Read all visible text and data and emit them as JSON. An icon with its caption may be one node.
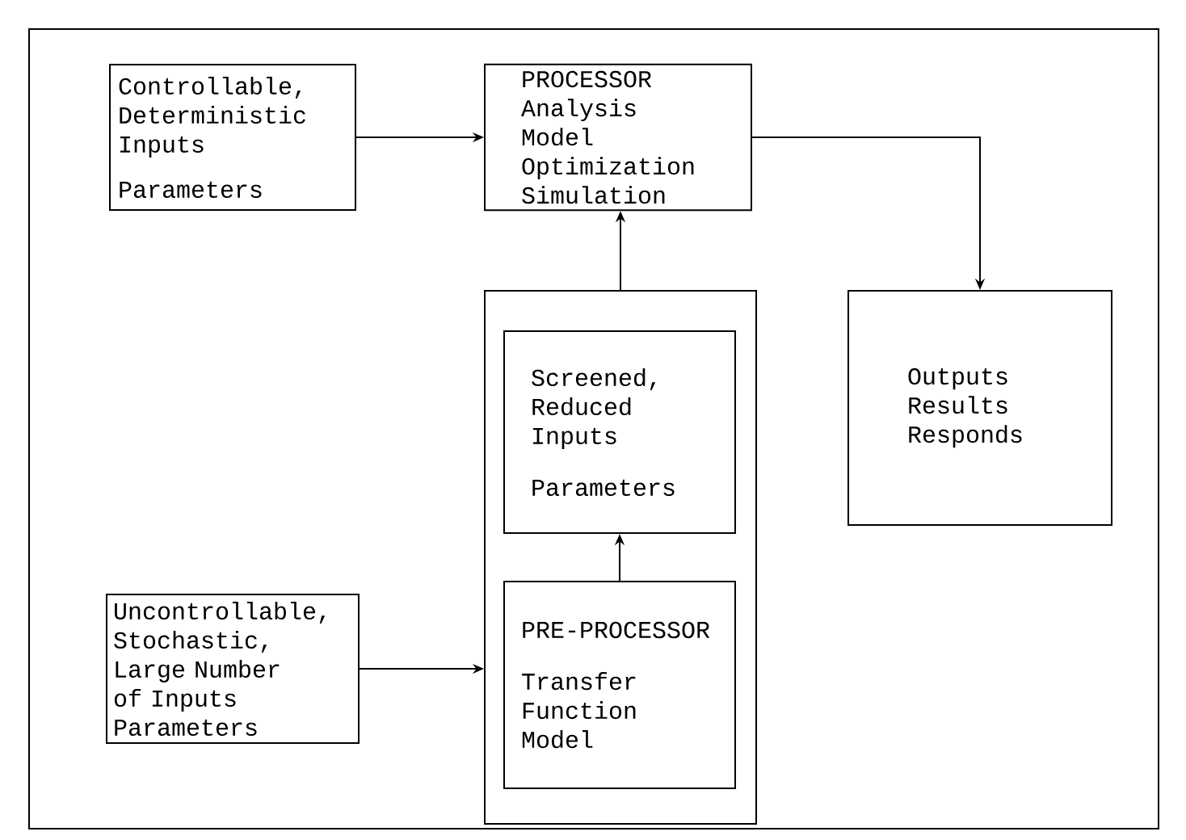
{
  "diagram": {
    "nodes": [
      {
        "text": [
          "Controllable, Deterministic Inputs",
          "Parameters"
        ]
      },
      {
        "text": [
          "PROCESSOR",
          "Analysis Model Optimization Simulation"
        ]
      },
      {
        "text": [],
        "shape": "box"
      },
      {
        "text": [
          "Screened, Reduced Inputs",
          "Parameters"
        ],
        "in": 2
      },
      {
        "text": [
          "PRE-PROCESSOR",
          "Transfer Function Model"
        ],
        "in": 2
      },
      {
        "text": [
          "Outputs Results Responds"
        ]
      },
      {
        "text": [
          "Uncontrollable, Stochastic, Large Number of Inputs Parameters"
        ]
      }
    ],
    "edges": [
      {
        "from": 0,
        "to": 1,
        "arrow": "to"
      },
      {
        "from": 1,
        "to": 5,
        "arrow": "to"
      },
      {
        "from": 2,
        "to": 1,
        "arrow": "to"
      },
      {
        "from": 4,
        "to": 3,
        "arrow": "to"
      },
      {
        "from": 6,
        "to": 2,
        "arrow": "to"
      }
    ]
  }
}
